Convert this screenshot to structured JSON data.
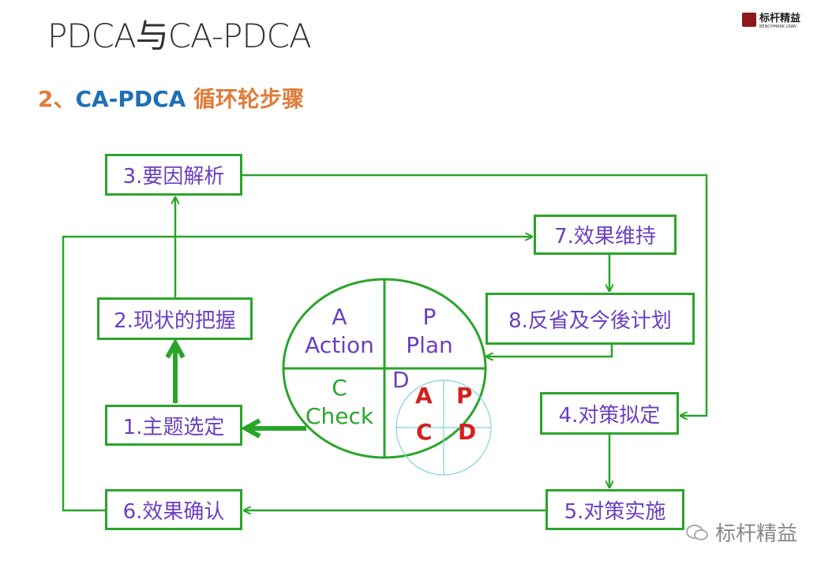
{
  "title": "PDCA与CA-PDCA",
  "subtitle": {
    "number": "2、",
    "code": "CA-PDCA",
    "text": " 循环轮步骤"
  },
  "logo": {
    "name": "标杆精益",
    "english": "BENCHMARK LEAN"
  },
  "steps": {
    "s1": "1.主题选定",
    "s2": "2.现状的把握",
    "s3": "3.要因解析",
    "s4": "4.对策拟定",
    "s5": "5.对策实施",
    "s6": "6.效果确认",
    "s7": "7.效果维持",
    "s8": "8.反省及今後计划"
  },
  "wheel": {
    "action": {
      "letter": "A",
      "word": "Action"
    },
    "plan": {
      "letter": "P",
      "word": "Plan"
    },
    "check": {
      "letter": "C",
      "word": "Check"
    },
    "do": {
      "letter": "D"
    },
    "inner": {
      "a": "A",
      "p": "P",
      "c": "C",
      "d": "D"
    }
  },
  "watermark": "标杆精益",
  "colors": {
    "green": "#2aa52a",
    "purple": "#6a3fbf",
    "orange": "#e07b39",
    "blue": "#1f6fb5",
    "red": "#d42020",
    "cyan": "#7fd0e0"
  }
}
